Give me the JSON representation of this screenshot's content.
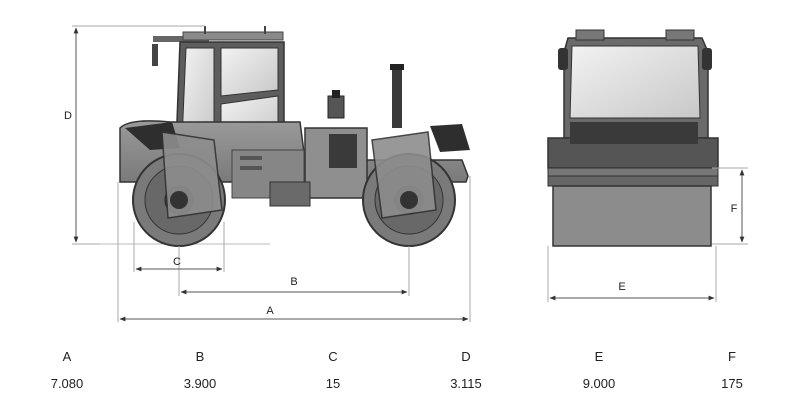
{
  "dimension_labels": {
    "a": "A",
    "b": "B",
    "c": "C",
    "d": "D",
    "e": "E",
    "f": "F"
  },
  "specs": {
    "headers": [
      "A",
      "B",
      "C",
      "D",
      "E",
      "F"
    ],
    "values": [
      "7.080",
      "3.900",
      "15",
      "3.115",
      "9.000",
      "175"
    ]
  }
}
